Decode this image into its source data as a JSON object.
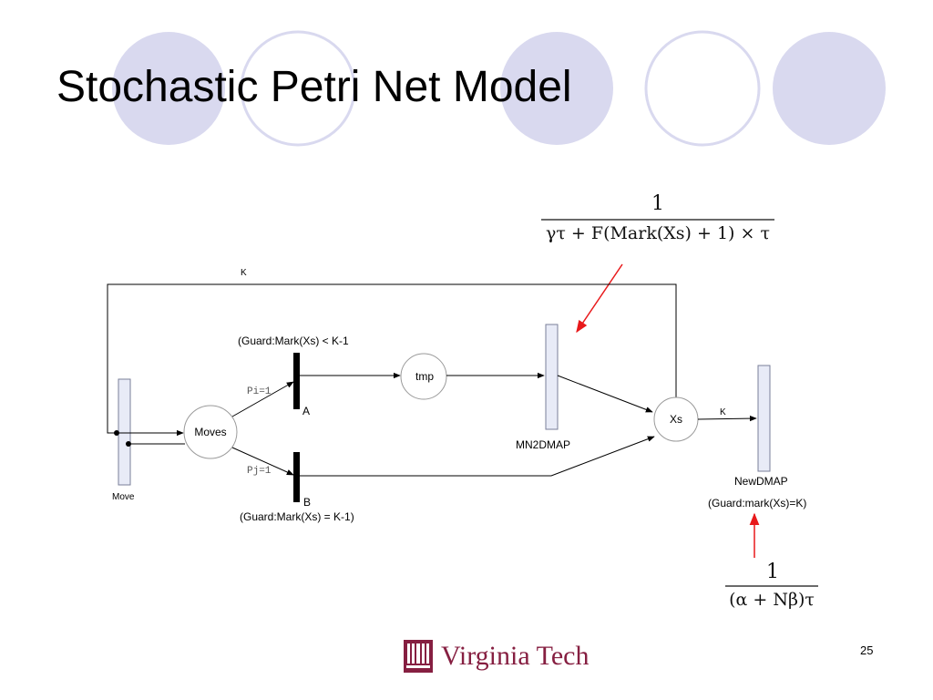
{
  "slide": {
    "title": "Stochastic Petri Net Model",
    "page_number": "25"
  },
  "colors": {
    "circle_fill": "#d9d9ef",
    "circle_outline": "#d9d9ef",
    "transition_fill": "#e8ebf7",
    "arrow_red": "#e8191b",
    "logo_maroon": "#861F41"
  },
  "diagram": {
    "arc_top_label": "K",
    "arc_xs_newdmap_label": "K",
    "guard_a": "(Guard:Mark(Xs) < K-1",
    "guard_b": "(Guard:Mark(Xs) = K-1)",
    "pi_label": "Pi=1",
    "pj_label": "Pj=1",
    "transition_a_label": "A",
    "transition_b_label": "B",
    "place_moves": "Moves",
    "place_tmp": "tmp",
    "place_xs": "Xs",
    "transition_move_label": "Move",
    "transition_mn2dmap_label": "MN2DMAP",
    "transition_newdmap_label": "NewDMAP",
    "guard_newdmap": "(Guard:mark(Xs)=K)",
    "rate_mn2dmap": {
      "numerator": "1",
      "denominator": "γτ + F(Mark(Xs) + 1) × τ"
    },
    "rate_newdmap": {
      "numerator": "1",
      "denominator": "(α + Nβ)τ"
    }
  },
  "logo": {
    "icon": "university-building-icon",
    "text": "Virginia Tech"
  }
}
